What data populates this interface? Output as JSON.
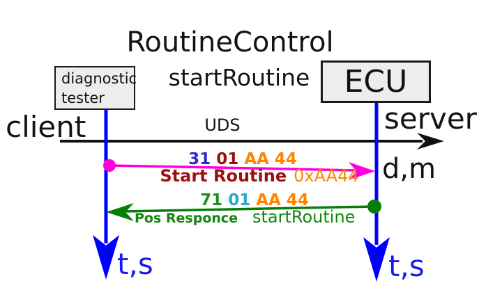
{
  "title": "RoutineControl",
  "subtitle": "startRoutine",
  "actors": {
    "client": {
      "box_line1": "diagnostic",
      "box_line2": "tester",
      "role": "client"
    },
    "server": {
      "box_label": "ECU",
      "role": "server"
    }
  },
  "axis": {
    "protocol": "UDS",
    "data_label": "d,m",
    "time_label_left": "t,s",
    "time_label_right": "t,s"
  },
  "request": {
    "sid": "31",
    "subfunction": "01",
    "routine_id": "AA 44",
    "label": "Start Routine",
    "routine_hex": "0xAA44"
  },
  "response": {
    "sid": "71",
    "subfunction": "01",
    "routine_id": "AA 44",
    "label": "Pos Responce",
    "routine": "startRoutine"
  },
  "colors": {
    "box-fill": "#ededed",
    "box-border": "#1a1a1a",
    "axis-black": "#111111",
    "lifeline-blue": "#0000ff",
    "ts-blue": "#1a1af0",
    "magenta": "#ff00dd",
    "arrow-green": "#067d06",
    "sid-request-blue": "#2b2bd0",
    "subfunction-red": "#9b1010",
    "rid-orange": "#ff8400",
    "label-darkred": "#9b1010",
    "sid-response-green": "#1f9122",
    "subfunction-cyan": "#2aa7cc",
    "response-green": "#12870f"
  }
}
